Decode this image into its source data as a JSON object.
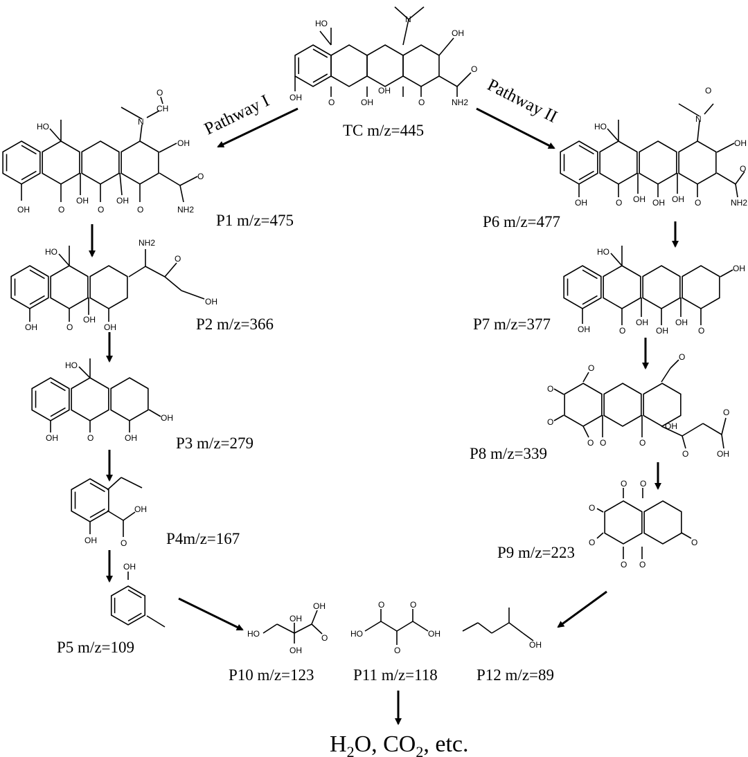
{
  "pathways": {
    "one": "Pathway I",
    "two": "Pathway II"
  },
  "labels": {
    "tc": "TC m/z=445",
    "p1": "P1 m/z=475",
    "p2": "P2 m/z=366",
    "p3": "P3 m/z=279",
    "p4": "P4m/z=167",
    "p5": "P5 m/z=109",
    "p6": "P6 m/z=477",
    "p7": "P7 m/z=377",
    "p8": "P8 m/z=339",
    "p9": "P9 m/z=223",
    "p10": "P10 m/z=123",
    "p11": "P11 m/z=118",
    "p12": "P12 m/z=89"
  },
  "final_products": {
    "h2o_h": "H",
    "h2o_sub": "2",
    "h2o_rest": "O, CO",
    "co2_sub": "2",
    "etc": ", etc."
  },
  "atoms": {
    "tc": [
      "HO",
      "N",
      "OH",
      "OH",
      "O",
      "OH",
      "OH",
      "O",
      "O",
      "NH2"
    ],
    "p1": [
      "HO",
      "N",
      "CH",
      "O",
      "OH",
      "O",
      "NH2",
      "OH",
      "O",
      "OH",
      "O",
      "OH",
      "O"
    ],
    "p6": [
      "HO",
      "N",
      "O",
      "OH",
      "O",
      "NH2",
      "OH",
      "O",
      "OH",
      "OH",
      "OH",
      "O"
    ],
    "p2": [
      "HO",
      "NH2",
      "O",
      "OH",
      "OH",
      "O",
      "OH",
      "OH"
    ],
    "p7": [
      "HO",
      "OH",
      "OH",
      "O",
      "OH",
      "OH",
      "OH",
      "O"
    ],
    "p3": [
      "HO",
      "OH",
      "OH",
      "O",
      "OH"
    ],
    "p8": [
      "O",
      "O",
      "O",
      "O",
      "O",
      "O",
      "O",
      "OH",
      "O",
      "O",
      "OH"
    ],
    "p4": [
      "OH",
      "O",
      "OH"
    ],
    "p9": [
      "O",
      "O",
      "O",
      "O",
      "O",
      "O",
      "O"
    ],
    "p5": [
      "OH"
    ],
    "p10": [
      "OH",
      "OH",
      "O",
      "HO",
      "OH"
    ],
    "p11": [
      "O",
      "O",
      "HO",
      "OH",
      "O"
    ],
    "p12": [
      "OH"
    ]
  }
}
